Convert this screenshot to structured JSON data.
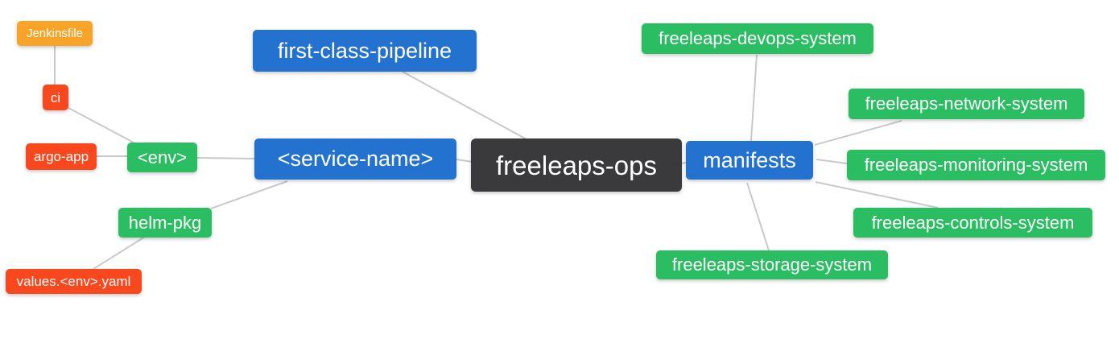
{
  "diagram": {
    "type": "mindmap",
    "root_label": "freeleaps-ops",
    "colors": {
      "root_bg": "#3a393b",
      "branch_blue": "#2372cf",
      "leaf_green": "#2abd62",
      "leaf_red": "#fa481e",
      "leaf_orange": "#f7a428",
      "edge_line": "#c9c9c9",
      "node_text": "#ffffff",
      "background": "#ffffff"
    },
    "nodes": {
      "root": {
        "label": "freeleaps-ops"
      },
      "first_class_pipeline": {
        "label": "first-class-pipeline"
      },
      "service_name": {
        "label": "<service-name>"
      },
      "env": {
        "label": "<env>"
      },
      "ci": {
        "label": "ci"
      },
      "jenkinsfile": {
        "label": "Jenkinsfile"
      },
      "argo_app": {
        "label": "argo-app"
      },
      "helm_pkg": {
        "label": "helm-pkg"
      },
      "values_env_yaml": {
        "label": "values.<env>.yaml"
      },
      "manifests": {
        "label": "manifests"
      },
      "devops_system": {
        "label": "freeleaps-devops-system"
      },
      "network_system": {
        "label": "freeleaps-network-system"
      },
      "monitoring_system": {
        "label": "freeleaps-monitoring-system"
      },
      "controls_system": {
        "label": "freeleaps-controls-system"
      },
      "storage_system": {
        "label": "freeleaps-storage-system"
      }
    },
    "edges": [
      {
        "from": "jenkinsfile",
        "to": "ci"
      },
      {
        "from": "ci",
        "to": "env"
      },
      {
        "from": "argo_app",
        "to": "env"
      },
      {
        "from": "env",
        "to": "service_name"
      },
      {
        "from": "helm_pkg",
        "to": "service_name"
      },
      {
        "from": "values_env_yaml",
        "to": "helm_pkg"
      },
      {
        "from": "first_class_pipeline",
        "to": "root"
      },
      {
        "from": "service_name",
        "to": "root"
      },
      {
        "from": "root",
        "to": "manifests"
      },
      {
        "from": "manifests",
        "to": "devops_system"
      },
      {
        "from": "manifests",
        "to": "network_system"
      },
      {
        "from": "manifests",
        "to": "monitoring_system"
      },
      {
        "from": "manifests",
        "to": "controls_system"
      },
      {
        "from": "manifests",
        "to": "storage_system"
      }
    ]
  }
}
